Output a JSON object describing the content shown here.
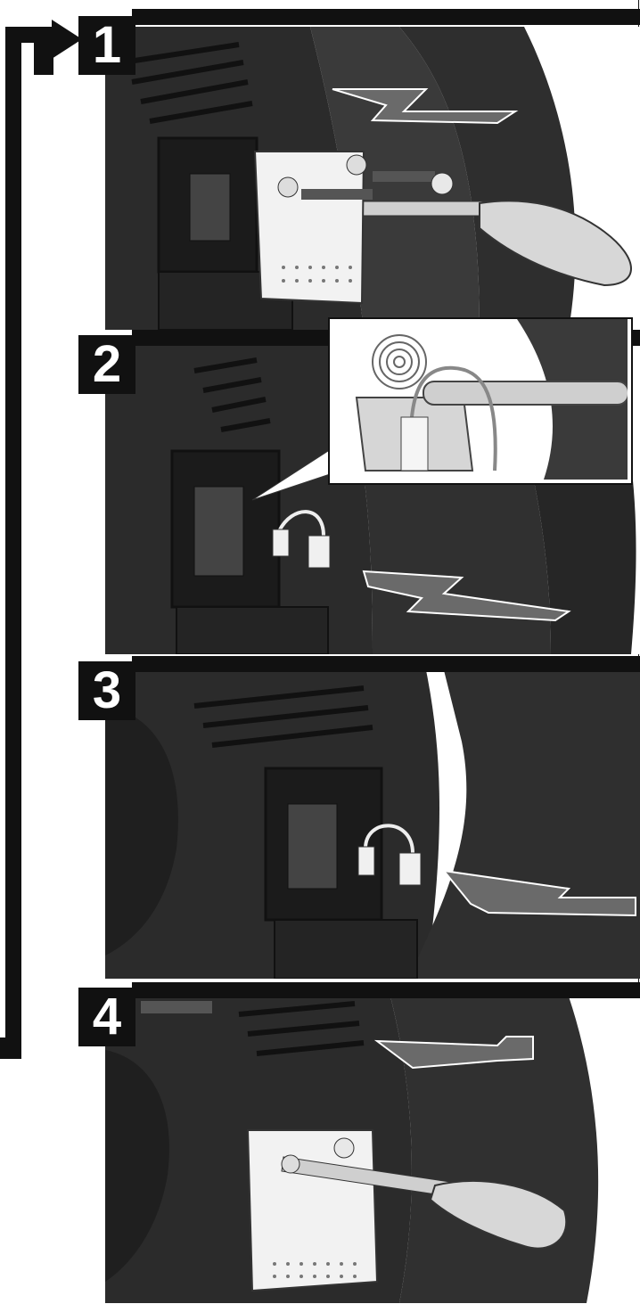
{
  "steps": [
    {
      "number": "1",
      "action": "remove-cover-screws"
    },
    {
      "number": "2",
      "action": "disconnect-plug"
    },
    {
      "number": "3",
      "action": "connect-plug"
    },
    {
      "number": "4",
      "action": "install-cover-screws"
    }
  ],
  "icons": [
    "loop-back-arrow",
    "screwdriver",
    "direction-arrow",
    "wire-connector",
    "spring-coil",
    "cover-plate",
    "screw"
  ],
  "colors": {
    "ink": "#111111",
    "body": "#2b2b2b",
    "paper": "#ffffff",
    "metal": "#d9d9d9"
  }
}
